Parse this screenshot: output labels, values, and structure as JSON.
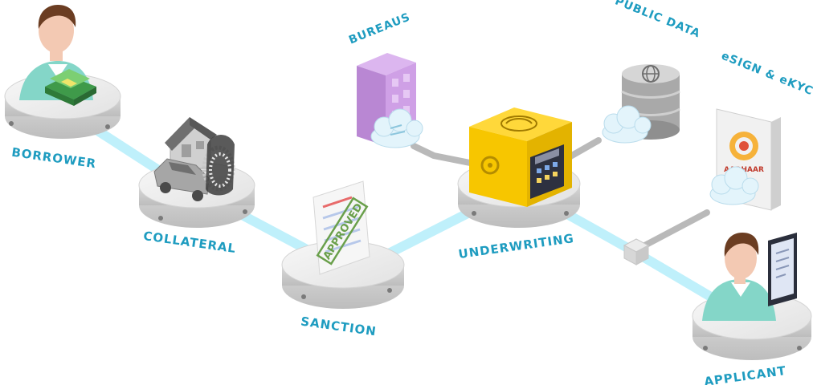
{
  "colors": {
    "label": "#1e9cc0",
    "platform_top": "#eeeeee",
    "platform_side": "#cfcfcf",
    "connector": "#bff0fb",
    "underwriting_cube": "#f7c600",
    "bureau_building": "#c493dc",
    "cloud": "#e3f4fb",
    "approved_stamp": "#6aa04b",
    "skin": "#f3c9b3",
    "hair": "#6b3d22",
    "shirt": "#84d6c8"
  },
  "labels": {
    "borrower": "BORROWER",
    "collateral": "COLLATERAL",
    "sanction": "SANCTION",
    "underwriting": "UNDERWRITING",
    "applicant": "APPLICANT",
    "bureaus": "BUREAUS",
    "public_data": "PUBLIC DATA",
    "esign_ekyc": "eSIGN & eKYC"
  },
  "icons": {
    "approved_stamp_text": "APPROVED",
    "aadhaar_text": "AADHAAR"
  }
}
